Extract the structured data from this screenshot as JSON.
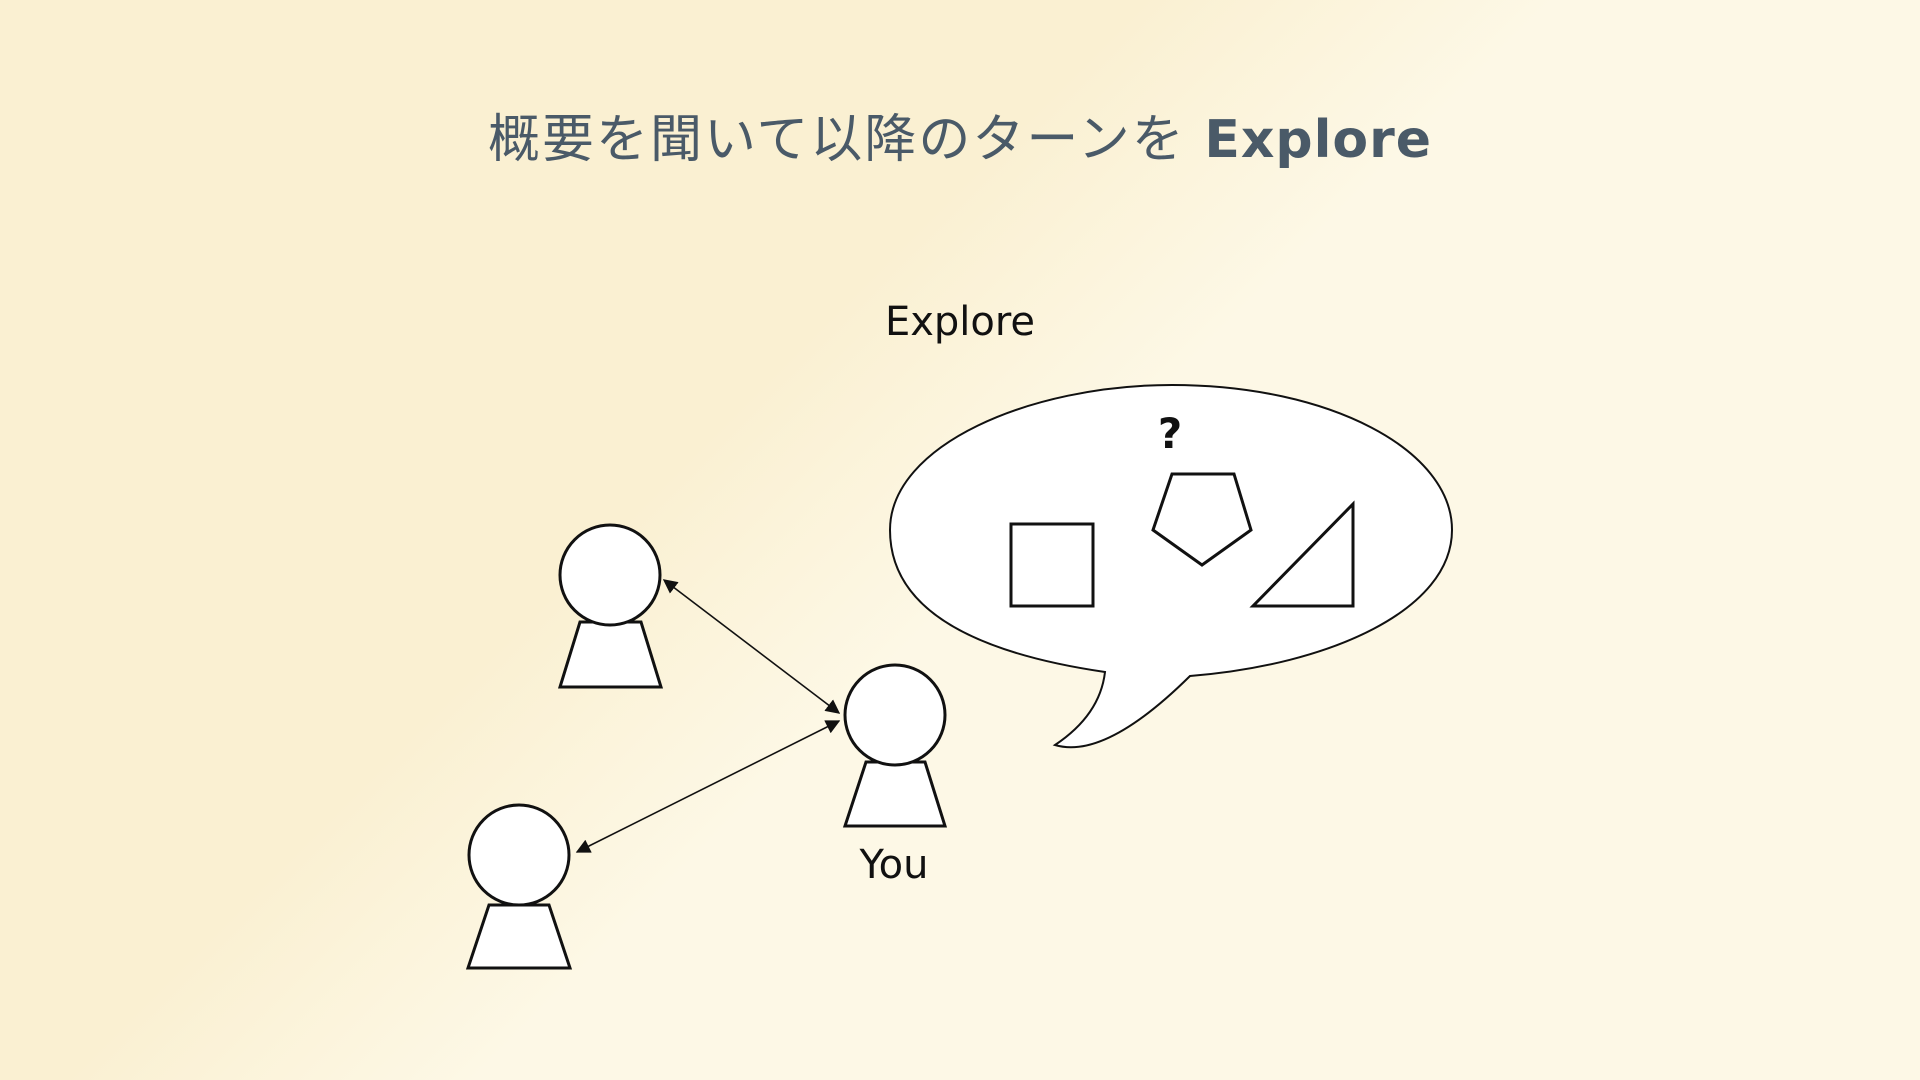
{
  "slide": {
    "title_prefix": "概要を聞いて以降のターンを",
    "title_emphasis": "Explore"
  },
  "diagram": {
    "heading": "Explore",
    "question_mark": "?",
    "self_label": "You",
    "colors": {
      "stroke": "#111111",
      "shape_fill": "#ffffff",
      "title_text": "#4a5a68"
    }
  }
}
